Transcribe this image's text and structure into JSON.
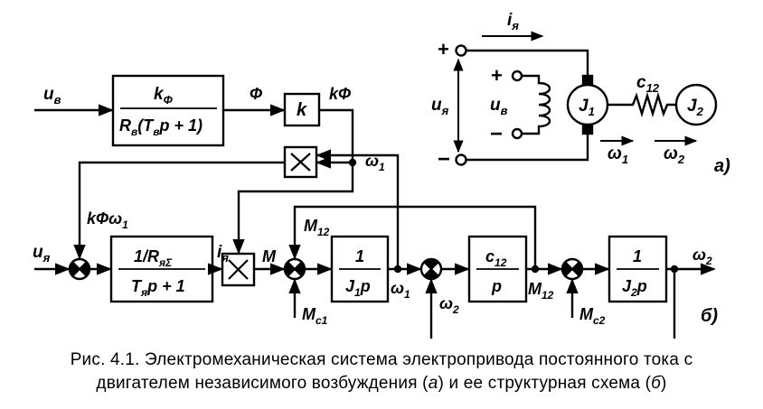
{
  "caption": {
    "line1": "Рис. 4.1. Электромеханическая система электропривода постоянного тока с",
    "line2_pre": "двигателем независимого возбуждения (",
    "ref_a": "а",
    "line2_mid": ") и ее структурная схема (",
    "ref_b": "б",
    "line2_post": ")"
  },
  "circuit": {
    "plus_armature": "+",
    "minus_armature": "−",
    "plus_field": "+",
    "minus_field": "−",
    "current_label": "i",
    "current_sub": "я",
    "u_label": "u",
    "u_sub": "я",
    "uv_label": "u",
    "uv_sub": "в",
    "motor": "J",
    "motor_sub": "1",
    "load": "J",
    "load_sub": "2",
    "spring": "c",
    "spring_sub": "12",
    "omega1": "ω",
    "omega1_sub": "1",
    "omega2": "ω",
    "omega2_sub": "2",
    "panel_label": "а)"
  },
  "blocks": {
    "field_num": "k",
    "field_num_sub": "Ф",
    "field_den": "R",
    "field_den_sub": "в",
    "field_den_rest": "(T",
    "field_den_sub2": "в",
    "field_den_end": "p + 1)",
    "gain": "k",
    "arm_num": "1/R",
    "arm_num_sub": "яΣ",
    "arm_den": "T",
    "arm_den_sub": "я",
    "arm_den_end": "p + 1",
    "inertia1_num": "1",
    "inertia1_den": "J",
    "inertia1_den_sub": "1",
    "inertia1_den_end": "p",
    "spring_num": "c",
    "spring_num_sub": "12",
    "spring_den": "p",
    "inertia2_num": "1",
    "inertia2_den": "J",
    "inertia2_den_sub": "2",
    "inertia2_den_end": "p"
  },
  "signals": {
    "uv": "u",
    "uv_sub": "в",
    "phi": "Ф",
    "kphi": "kФ",
    "kphi_omega": "kФω",
    "kphi_omega_sub": "1",
    "omega1_top": "ω",
    "omega1_top_sub": "1",
    "uya": "u",
    "uya_sub": "я",
    "iya": "i",
    "iya_sub": "я",
    "M": "M",
    "M12_top": "M",
    "M12_top_sub": "12",
    "Mc1": "M",
    "Mc1_sub": "c1",
    "omega1_mid": "ω",
    "omega1_mid_sub": "1",
    "omega2_mid": "ω",
    "omega2_mid_sub": "2",
    "M12_mid": "M",
    "M12_mid_sub": "12",
    "Mc2": "M",
    "Mc2_sub": "c2",
    "omega2_out": "ω",
    "omega2_out_sub": "2",
    "panel_label": "б)"
  }
}
